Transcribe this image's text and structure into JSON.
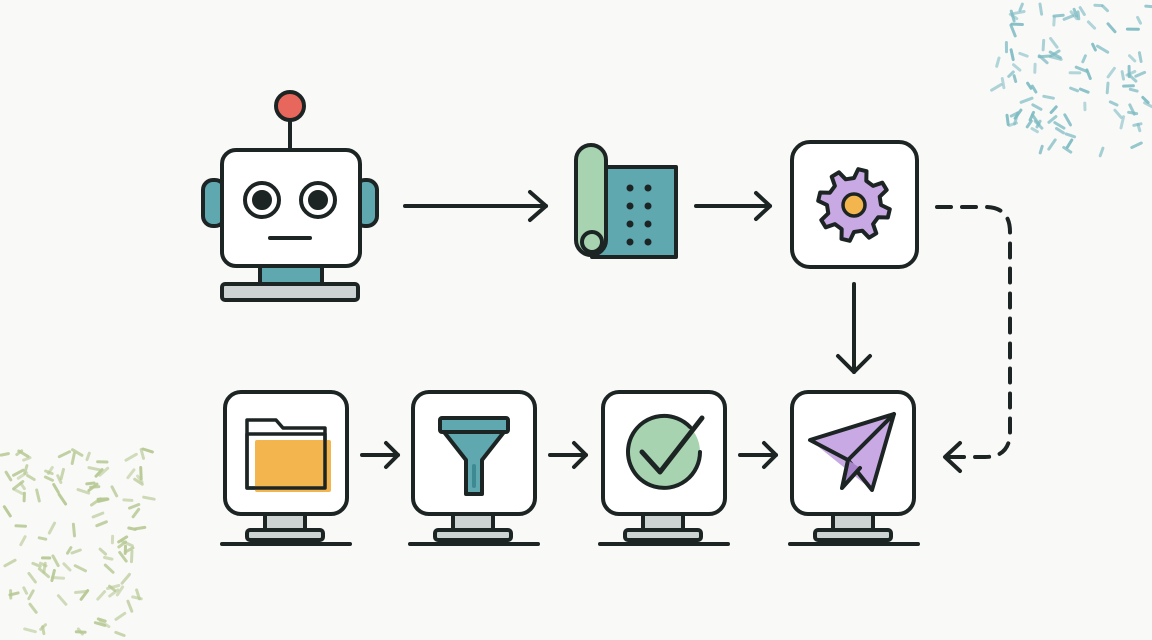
{
  "diagram": {
    "type": "flow",
    "nodes": [
      {
        "id": "robot",
        "icon": "robot-icon"
      },
      {
        "id": "blueprint",
        "icon": "blueprint-scroll-icon"
      },
      {
        "id": "settings",
        "icon": "gear-icon"
      },
      {
        "id": "folder",
        "icon": "folder-icon"
      },
      {
        "id": "filter",
        "icon": "funnel-icon"
      },
      {
        "id": "check",
        "icon": "checkmark-icon"
      },
      {
        "id": "send",
        "icon": "paper-plane-icon"
      }
    ],
    "edges": [
      {
        "from": "robot",
        "to": "blueprint",
        "style": "solid"
      },
      {
        "from": "blueprint",
        "to": "settings",
        "style": "solid"
      },
      {
        "from": "settings",
        "to": "send",
        "style": "solid"
      },
      {
        "from": "settings",
        "to": "send",
        "style": "dashed"
      },
      {
        "from": "folder",
        "to": "filter",
        "style": "solid"
      },
      {
        "from": "filter",
        "to": "check",
        "style": "solid"
      },
      {
        "from": "check",
        "to": "send",
        "style": "solid"
      }
    ]
  },
  "colors": {
    "stroke": "#1d2424",
    "teal": "#5fa8b0",
    "green": "#a7d3b0",
    "orange": "#f3b64f",
    "purple": "#c9a9e3",
    "red": "#e8675c",
    "gray": "#cdd2d2",
    "speckle_teal": "#7fbcc3",
    "speckle_green": "#b7c994"
  }
}
